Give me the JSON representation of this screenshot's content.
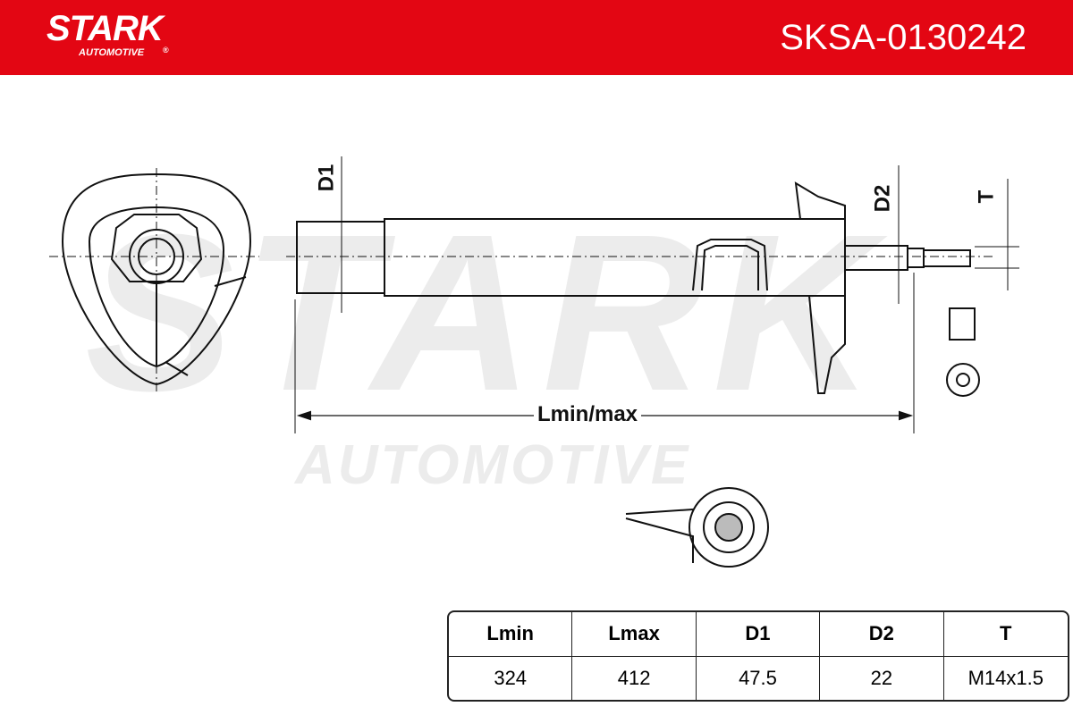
{
  "header": {
    "brand": "STARK",
    "brand_sub": "AUTOMOTIVE",
    "part_number": "SKSA-0130242",
    "color": "#e30613"
  },
  "watermark": {
    "main": "STARK",
    "sub": "AUTOMOTIVE"
  },
  "dimensions": {
    "d1": "D1",
    "d2": "D2",
    "t": "T",
    "length": "Lmin/max"
  },
  "spec_table": {
    "headers": [
      "Lmin",
      "Lmax",
      "D1",
      "D2",
      "T"
    ],
    "values": [
      "324",
      "412",
      "47.5",
      "22",
      "M14x1.5"
    ]
  }
}
